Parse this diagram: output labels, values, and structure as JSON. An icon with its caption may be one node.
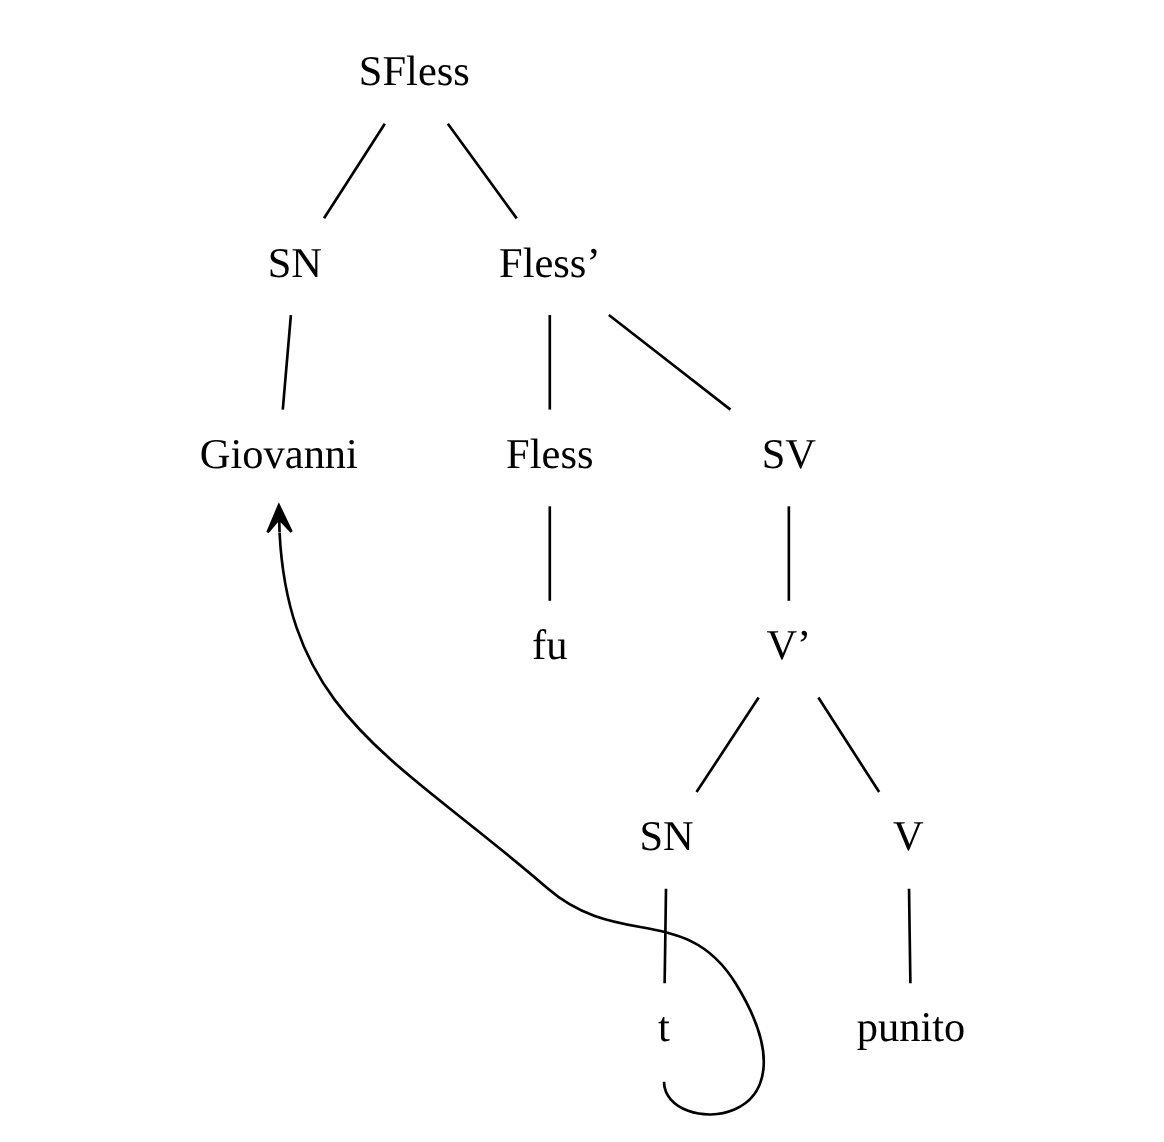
{
  "diagram": {
    "nodes": [
      {
        "text": [
          "SFless"
        ]
      },
      {
        "text": [
          "SN"
        ]
      },
      {
        "text": [
          "Fless’"
        ]
      },
      {
        "text": [
          "Giovanni"
        ]
      },
      {
        "text": [
          "Fless"
        ]
      },
      {
        "text": [
          "SV"
        ]
      },
      {
        "text": [
          "fu"
        ]
      },
      {
        "text": [
          "V’"
        ]
      },
      {
        "text": [
          "V"
        ]
      },
      {
        "text": [
          "SN"
        ]
      },
      {
        "text": [
          "punito"
        ]
      },
      {
        "text": [
          "t"
        ]
      }
    ],
    "edges": [
      {
        "from": 0,
        "to": 1,
        "arrow": "none"
      },
      {
        "from": 0,
        "to": 2,
        "arrow": "none"
      },
      {
        "from": 1,
        "to": 3,
        "arrow": "none"
      },
      {
        "from": 2,
        "to": 4,
        "arrow": "none"
      },
      {
        "from": 2,
        "to": 5,
        "arrow": "none"
      },
      {
        "from": 4,
        "to": 6,
        "arrow": "none"
      },
      {
        "from": 5,
        "to": 7,
        "arrow": "none"
      },
      {
        "from": 7,
        "to": 8,
        "arrow": "none"
      },
      {
        "from": 7,
        "to": 9,
        "arrow": "none"
      },
      {
        "from": 8,
        "to": 10,
        "arrow": "none"
      },
      {
        "from": 9,
        "to": 11,
        "arrow": "none"
      },
      {
        "from": 11,
        "to": 3,
        "arrow": "to"
      }
    ]
  }
}
